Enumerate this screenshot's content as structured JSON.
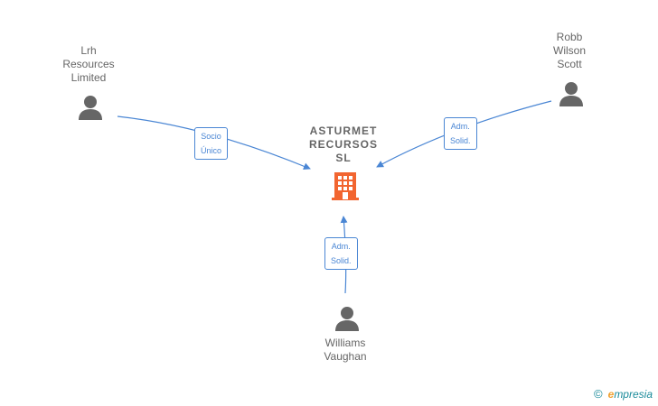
{
  "center": {
    "lines": [
      "ASTURMET",
      "RECURSOS",
      "SL"
    ],
    "icon": "building-icon",
    "color": "#f26530"
  },
  "nodes": [
    {
      "id": "lrh",
      "lines": [
        "Lrh",
        "Resources",
        "Limited"
      ],
      "icon": "person-icon"
    },
    {
      "id": "robb",
      "lines": [
        "Robb",
        "Wilson",
        "Scott"
      ],
      "icon": "person-icon"
    },
    {
      "id": "williams",
      "lines": [
        "Williams",
        "Vaughan"
      ],
      "icon": "person-icon"
    }
  ],
  "edges": [
    {
      "from": "lrh",
      "label_lines": [
        "Socio",
        "Único"
      ]
    },
    {
      "from": "robb",
      "label_lines": [
        "Adm.",
        "Solid."
      ]
    },
    {
      "from": "williams",
      "label_lines": [
        "Adm.",
        "Solid."
      ]
    }
  ],
  "colors": {
    "edge": "#4a86d4",
    "person": "#666666",
    "text": "#666666"
  },
  "footer": {
    "copyright_symbol": "©",
    "brand_initial": "e",
    "brand_rest": "mpresia"
  }
}
